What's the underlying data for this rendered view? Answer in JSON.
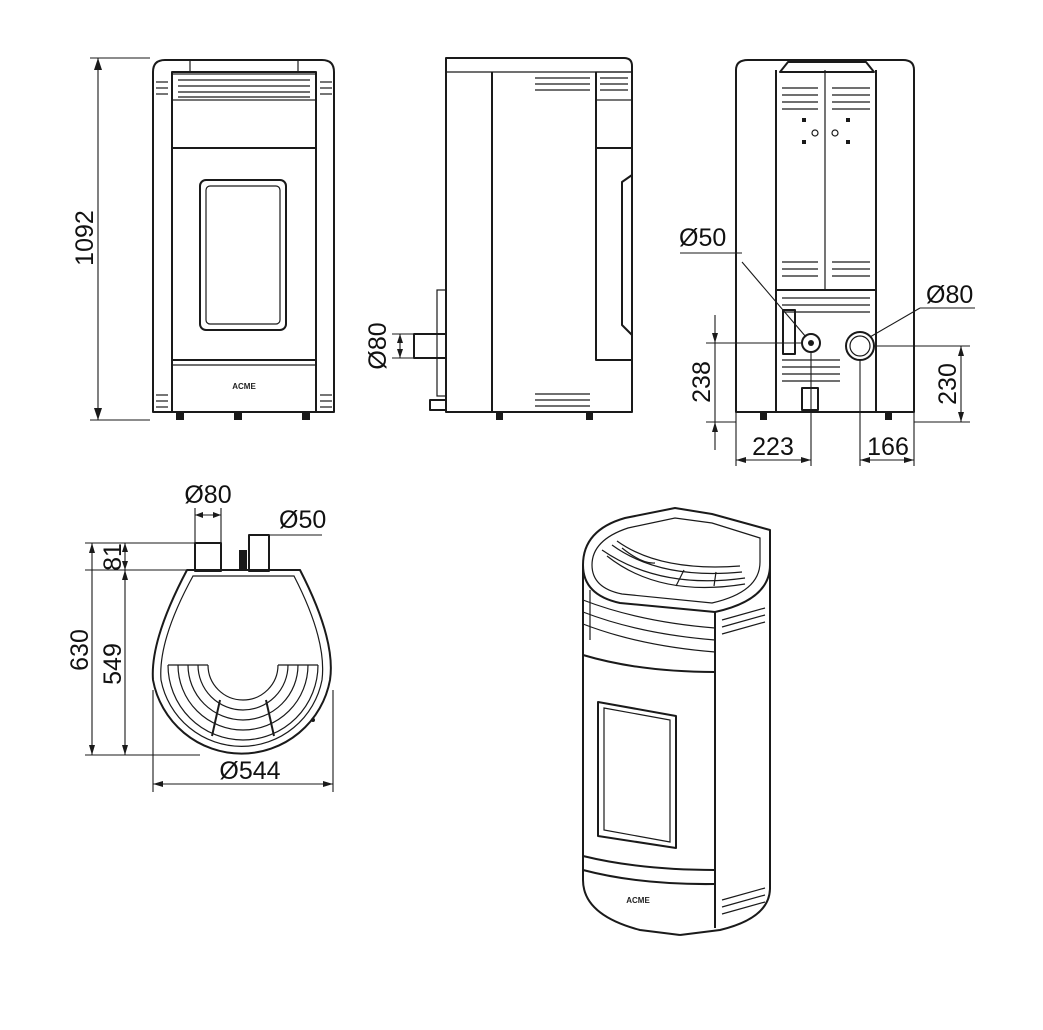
{
  "dimensions": {
    "height_total": "1092",
    "side_flue": "Ø80",
    "rear_inlet": "Ø50",
    "rear_flue": "Ø80",
    "rear_inlet_height": "238",
    "rear_flue_height": "230",
    "rear_inlet_offset": "223",
    "rear_flue_offset": "166",
    "top_flue": "Ø80",
    "top_inlet": "Ø50",
    "top_depth_total": "630",
    "top_collar": "81",
    "top_depth_body": "549",
    "top_diameter": "Ø544"
  },
  "brand_mark": "ACME"
}
